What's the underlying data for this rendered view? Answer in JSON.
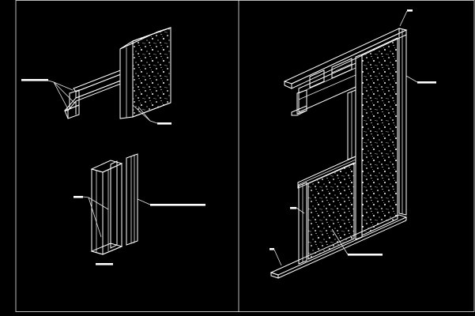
{
  "drawing": {
    "background": "#000000",
    "line_color": "#ffffff",
    "views": [
      {
        "id": "left-sheet",
        "components": [
          "top-track-joint",
          "gypsum-panel-small",
          "stud-pair"
        ]
      },
      {
        "id": "right-sheet",
        "components": [
          "wall-frame",
          "gypsum-panel-tall",
          "gypsum-panel-lower",
          "header-track",
          "floor-track"
        ]
      }
    ],
    "leaders": [
      {
        "id": "leader-track",
        "label": ""
      },
      {
        "id": "leader-panel-small",
        "label": ""
      },
      {
        "id": "leader-stud-left",
        "label": ""
      },
      {
        "id": "leader-stud-right",
        "label": ""
      },
      {
        "id": "leader-stud-bottom",
        "label": ""
      },
      {
        "id": "leader-frame-top",
        "label": ""
      },
      {
        "id": "leader-frame-right",
        "label": ""
      },
      {
        "id": "leader-frame-left",
        "label": ""
      },
      {
        "id": "leader-floor",
        "label": ""
      },
      {
        "id": "leader-panel-lower",
        "label": ""
      }
    ]
  }
}
